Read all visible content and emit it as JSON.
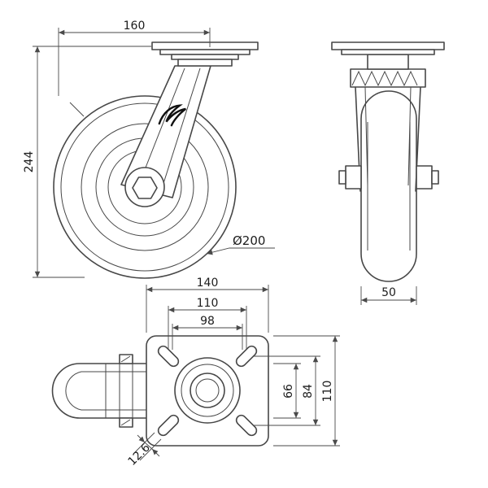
{
  "drawing": {
    "title": "swivel-caster-technical-drawing",
    "views": {
      "front": "front-elevation",
      "side": "side-elevation",
      "bottom": "plate-plan"
    },
    "dims": {
      "plate_to_edge": "160",
      "overall_height": "244",
      "wheel_diameter": "Ø200",
      "wheel_width": "50",
      "plate_length": "140",
      "bolt_hole_spacing_length": "110",
      "inner_spacing_length": "98",
      "wheel_top_width": "66",
      "bolt_hole_spacing_width": "84",
      "plate_width": "110",
      "slot_width": "12.6"
    },
    "colors": {
      "line": "#474747",
      "dimension": "#4a4a4a",
      "background": "#ffffff"
    }
  }
}
